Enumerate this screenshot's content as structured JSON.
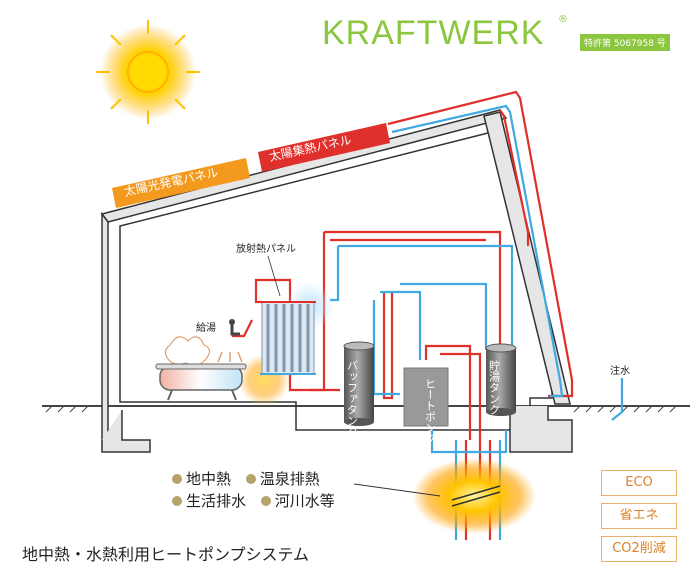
{
  "brand": {
    "name": "KRAFTWERK",
    "registered_mark": "®",
    "patent": "特許第 5067958 号"
  },
  "labels": {
    "solar_pv_panel": "太陽光発電パネル",
    "solar_thermal_panel": "太陽集熱パネル",
    "radiant_panel": "放射熱パネル",
    "hot_water_supply": "給湯",
    "buffer_tank": "バッファタンク",
    "heat_pump": "ヒートポンプ",
    "storage_tank": "貯湯タンク",
    "water_injection": "注水"
  },
  "legend": {
    "items": [
      "地中熱",
      "温泉排熱",
      "生活排水",
      "河川水等"
    ]
  },
  "title": "地中熱・水熱利用ヒートポンプシステム",
  "badges": [
    "ECO",
    "省エネ",
    "CO2削減"
  ],
  "colors": {
    "brand_green": "#8cc63f",
    "hot_pipe": "#e0302b",
    "cold_pipe": "#3fa9e0",
    "pv_panel": "#f39a1e",
    "thermal_panel": "#e0302b",
    "badge_orange": "#d9822b"
  }
}
